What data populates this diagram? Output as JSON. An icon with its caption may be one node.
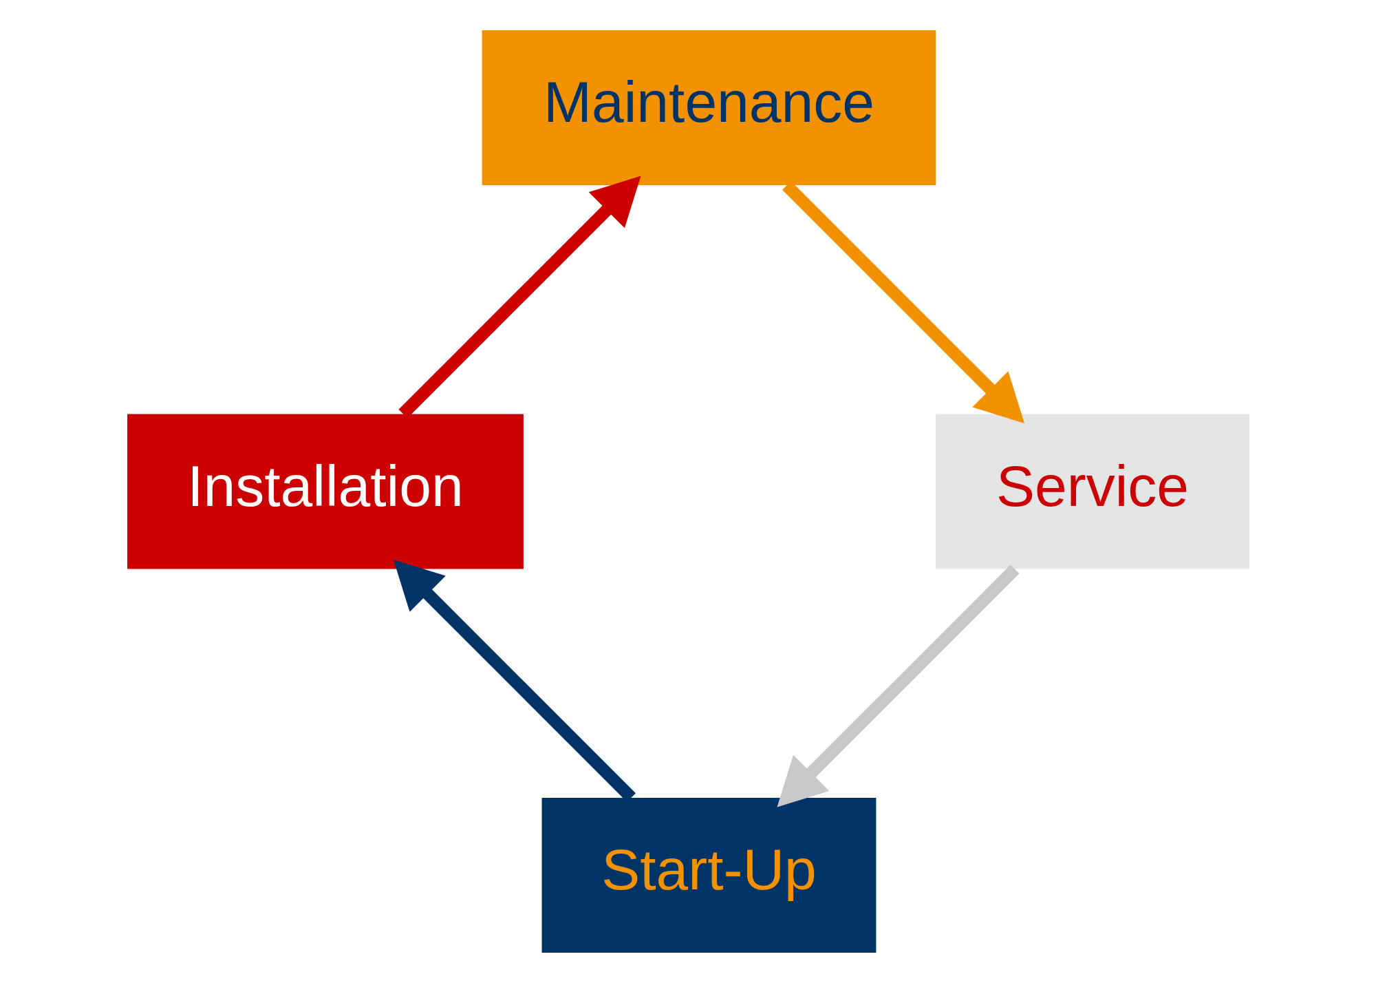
{
  "diagram": {
    "nodes": [
      {
        "text": [
          "Start-Up"
        ]
      },
      {
        "text": [
          "Installation"
        ]
      },
      {
        "text": [
          "Maintenance"
        ]
      },
      {
        "text": [
          "Service"
        ]
      }
    ],
    "edges": [
      {
        "from": 0,
        "to": 1,
        "arrow": "to",
        "color": "#003366"
      },
      {
        "from": 1,
        "to": 2,
        "arrow": "to",
        "color": "#cc0000"
      },
      {
        "from": 2,
        "to": 3,
        "arrow": "to",
        "color": "#f39200"
      },
      {
        "from": 3,
        "to": 0,
        "arrow": "to",
        "color": "#c8c8c8"
      }
    ]
  }
}
